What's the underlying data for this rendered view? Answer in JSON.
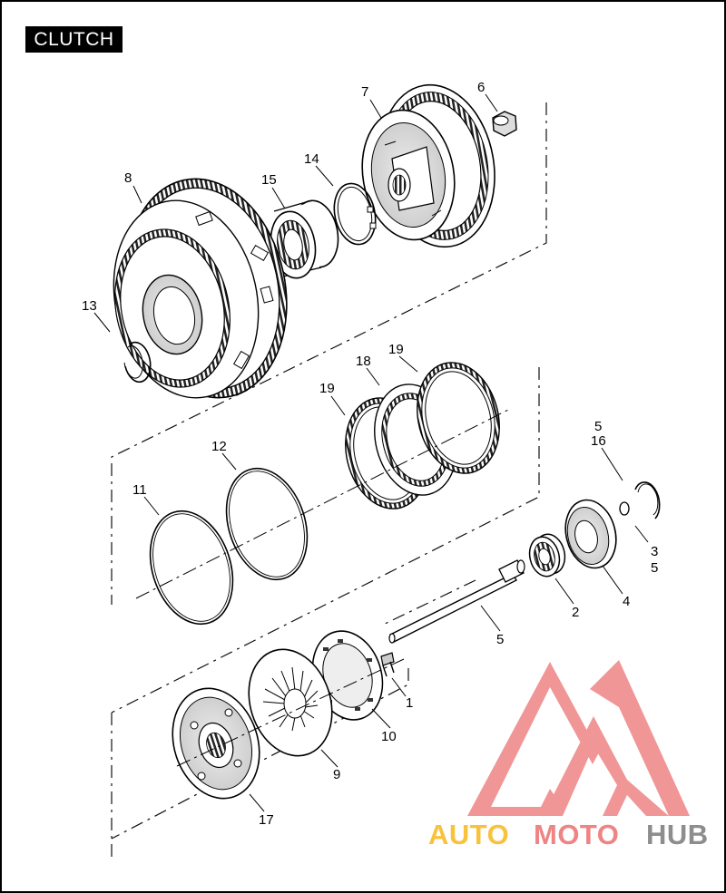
{
  "title": "CLUTCH",
  "callouts": [
    {
      "id": "c7",
      "text": "7"
    },
    {
      "id": "c6",
      "text": "6"
    },
    {
      "id": "c14",
      "text": "14"
    },
    {
      "id": "c8",
      "text": "8"
    },
    {
      "id": "c15",
      "text": "15"
    },
    {
      "id": "c13",
      "text": "13"
    },
    {
      "id": "c19a",
      "text": "19"
    },
    {
      "id": "c18",
      "text": "18"
    },
    {
      "id": "c19b",
      "text": "19"
    },
    {
      "id": "c5a",
      "text": "5"
    },
    {
      "id": "c16",
      "text": "16"
    },
    {
      "id": "c12",
      "text": "12"
    },
    {
      "id": "c11",
      "text": "11"
    },
    {
      "id": "c3",
      "text": "3"
    },
    {
      "id": "c5b",
      "text": "5"
    },
    {
      "id": "c2",
      "text": "2"
    },
    {
      "id": "c4",
      "text": "4"
    },
    {
      "id": "c5c",
      "text": "5"
    },
    {
      "id": "c1",
      "text": "1"
    },
    {
      "id": "c10",
      "text": "10"
    },
    {
      "id": "c9",
      "text": "9"
    },
    {
      "id": "c17",
      "text": "17"
    }
  ],
  "watermark": {
    "part1": "AUTO",
    "part2": "MOTO",
    "part3": "HUB",
    "color_yellow": "#f8c23c",
    "color_red": "#ee8484",
    "color_gray": "#8d8d8d"
  }
}
